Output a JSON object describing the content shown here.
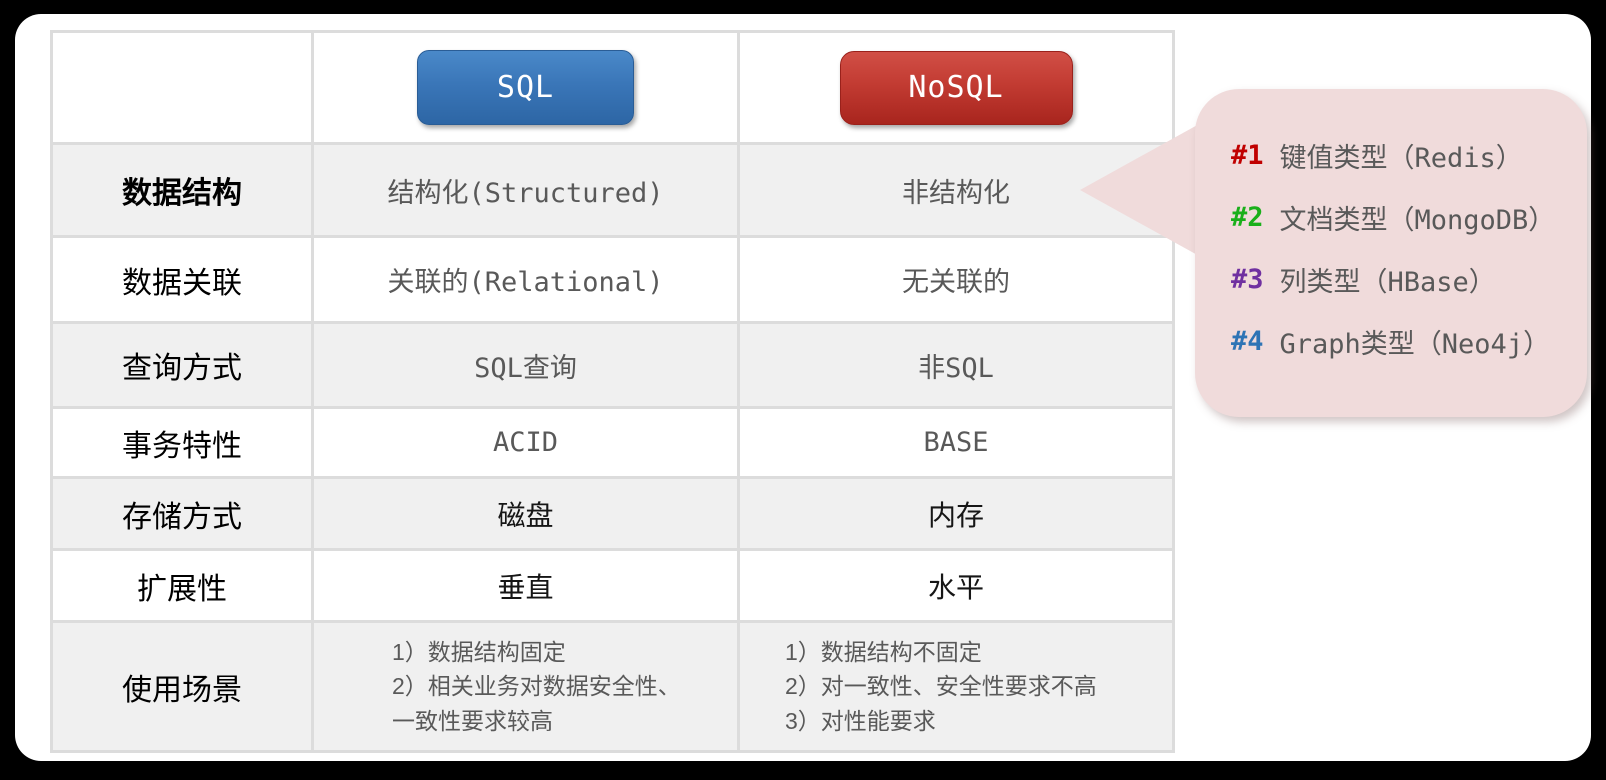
{
  "table": {
    "corner": "",
    "col_headers": [
      {
        "label": "SQL"
      },
      {
        "label": "NoSQL"
      }
    ],
    "rows": [
      {
        "label": "数据结构",
        "sql": "结构化(Structured)",
        "nosql": "非结构化"
      },
      {
        "label": "数据关联",
        "sql": "关联的(Relational)",
        "nosql": "无关联的"
      },
      {
        "label": "查询方式",
        "sql": "SQL查询",
        "nosql": "非SQL"
      },
      {
        "label": "事务特性",
        "sql": "ACID",
        "nosql": "BASE"
      },
      {
        "label": "存储方式",
        "sql": "磁盘",
        "nosql": "内存"
      },
      {
        "label": "扩展性",
        "sql": "垂直",
        "nosql": "水平"
      },
      {
        "label": "使用场景",
        "sql": "1）数据结构固定\n2）相关业务对数据安全性、\n一致性要求较高",
        "nosql": "1）数据结构不固定\n2）对一致性、安全性要求不高\n3）对性能要求"
      }
    ]
  },
  "bubble": {
    "items": [
      {
        "num": "#1",
        "label": "键值类型（Redis）",
        "color": "#c00000"
      },
      {
        "num": "#2",
        "label": "文档类型（MongoDB）",
        "color": "#1aaf1a"
      },
      {
        "num": "#3",
        "label": "列类型（HBase）",
        "color": "#7030a0"
      },
      {
        "num": "#4",
        "label": "Graph类型（Neo4j）",
        "color": "#2e74b5"
      }
    ]
  },
  "colors": {
    "sql_pill_top": "#4a89c9",
    "sql_pill_bottom": "#2d66a5",
    "nosql_pill_top": "#d14f46",
    "nosql_pill_bottom": "#a8251e",
    "bubble_bg": "#f0dbdb",
    "row_stripe": "#f0f0f0",
    "grid_line": "#dcdcdc",
    "value_text": "#595959",
    "dark_value_text": "#161616",
    "frame": "#000000"
  }
}
